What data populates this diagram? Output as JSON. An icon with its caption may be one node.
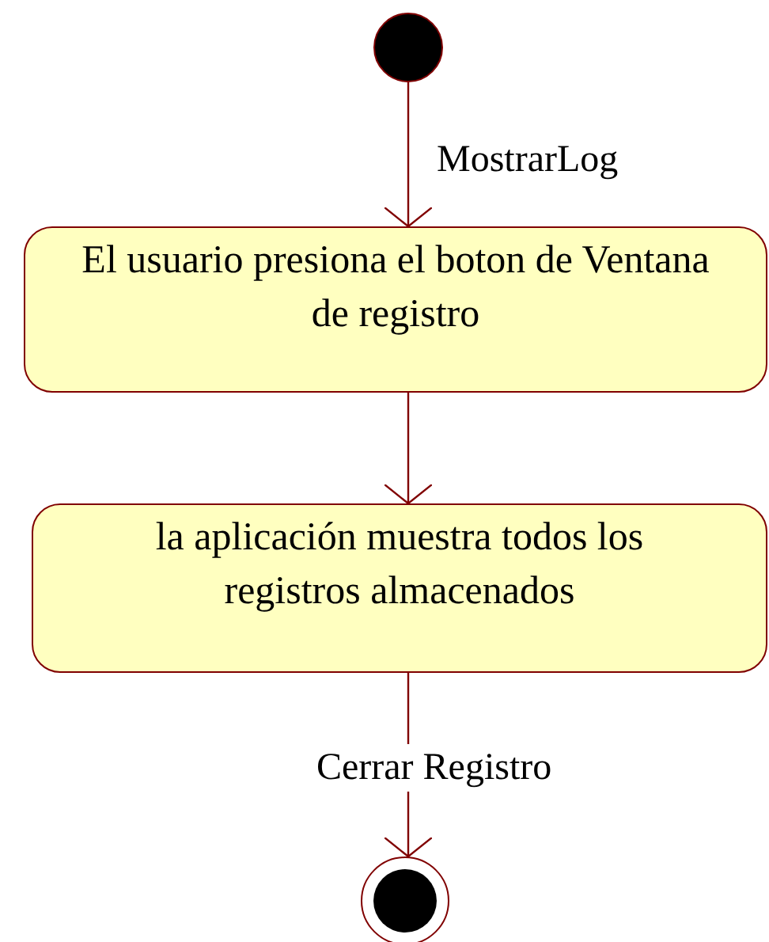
{
  "diagram": {
    "nodes": [
      {
        "text": [],
        "shape": "circle"
      },
      {
        "text": [
          "El usuario presiona el boton de Ventana de registro"
        ]
      },
      {
        "text": [
          "la aplicación muestra todos los registros almacenados"
        ]
      },
      {
        "text": [],
        "shape": "bullseye"
      }
    ],
    "edges": [
      {
        "from": 0,
        "to": 1,
        "arrow": "to",
        "label": "MostrarLog"
      },
      {
        "from": 1,
        "to": 2,
        "arrow": "to"
      },
      {
        "from": 2,
        "to": 3,
        "arrow": "to",
        "label": "Cerrar Registro"
      }
    ]
  }
}
